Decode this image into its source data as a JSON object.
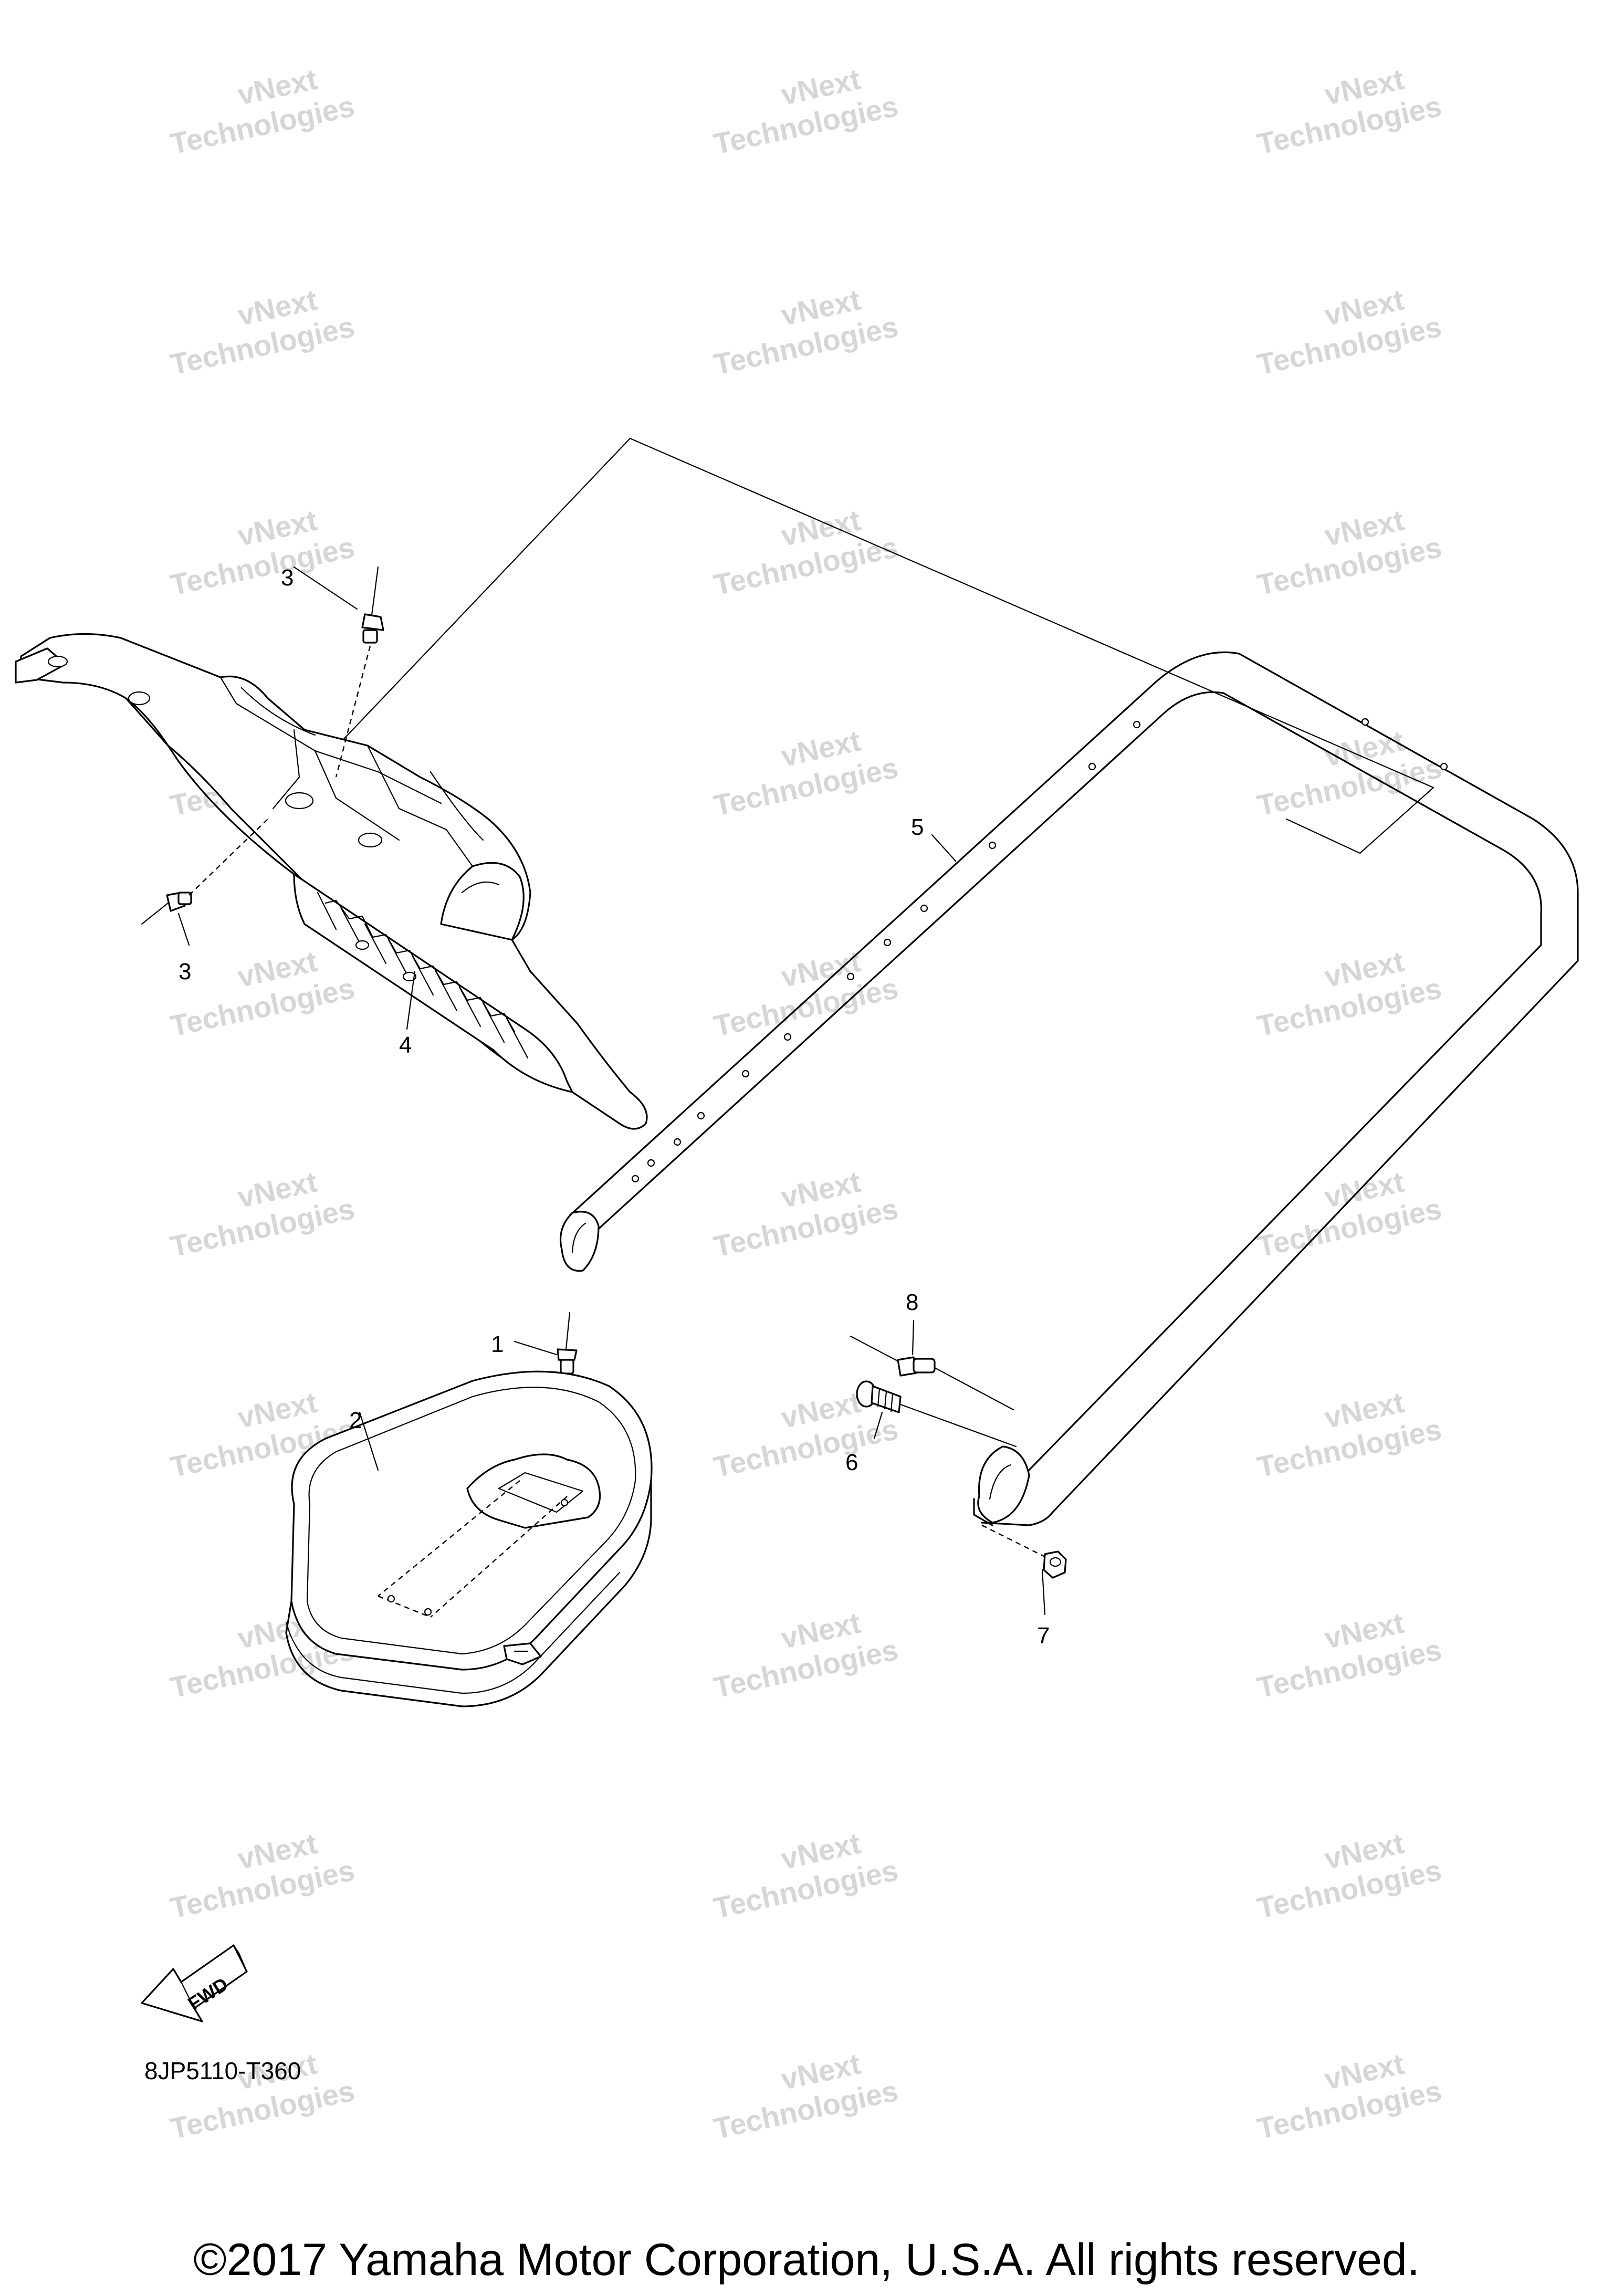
{
  "diagram": {
    "diagram_code": "8JP5110-T360",
    "copyright": "©2017 Yamaha Motor Corporation, U.S.A. All rights reserved.",
    "fwd_label": "FWD",
    "watermark": {
      "line1": "vNext",
      "line2": "Technologies"
    },
    "callouts": {
      "c1": "1",
      "c2": "2",
      "c3a": "3",
      "c3b": "3",
      "c4": "4",
      "c5": "5",
      "c6": "6",
      "c7": "7",
      "c8": "8"
    }
  }
}
